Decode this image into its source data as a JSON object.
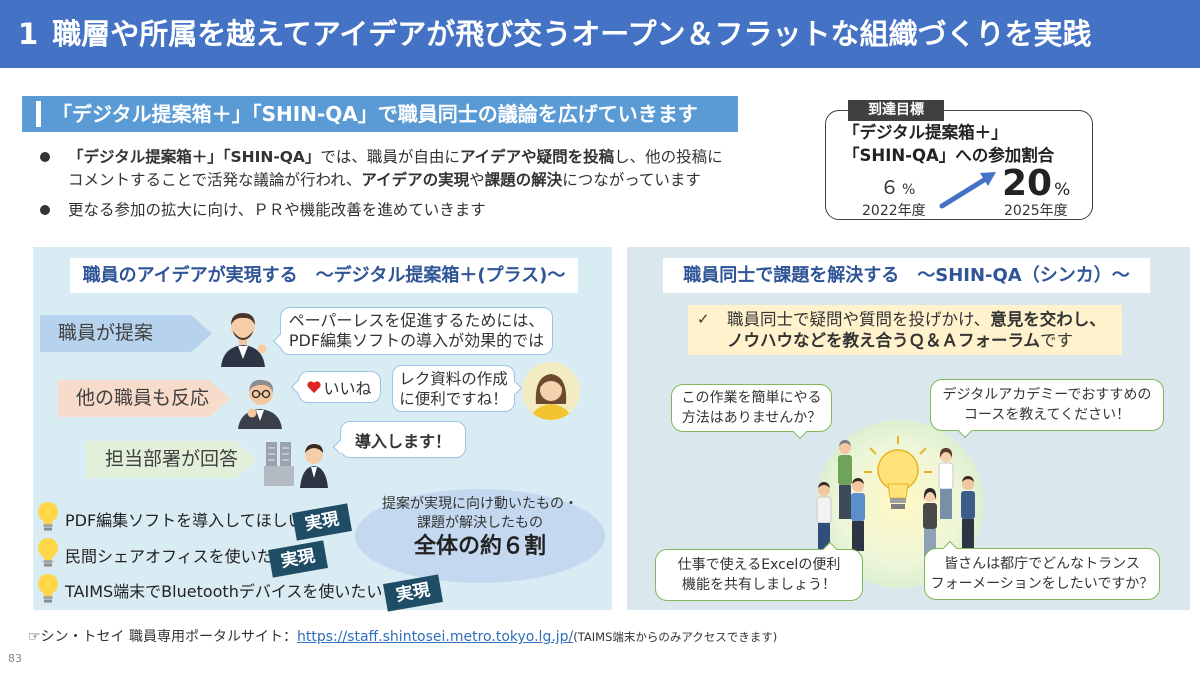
{
  "header": {
    "number": "1",
    "title": "職層や所属を越えてアイデアが飛び交うオープン＆フラットな組織づくりを実践"
  },
  "section_heading": "「デジタル提案箱＋」「SHIN-QA」で職員同士の議論を広げていきます",
  "bullets": [
    {
      "lines": [
        [
          "「デジタル提案箱＋」「SHIN-QA」",
          "では、職員が自由に",
          "アイデアや疑問を投稿",
          "し、他の投稿に"
        ],
        [
          "コメントすることで活発な議論が行われ、",
          "アイデアの実現",
          "や",
          "課題の解決",
          "につながっています"
        ]
      ]
    },
    {
      "lines": [
        [
          "更なる参加の拡大に向け、ＰＲや機能改善を進めていきます"
        ]
      ]
    }
  ],
  "target": {
    "tag": "到達目標",
    "title_lines": [
      "「デジタル提案箱＋」",
      "「SHIN-QA」への参加割合"
    ],
    "from": {
      "value": "６",
      "unit": "%",
      "year": "2022年度"
    },
    "to": {
      "value": "20",
      "unit": "%",
      "year": "2025年度"
    }
  },
  "left_panel": {
    "title": "職員のアイデアが実現する　～デジタル提案箱＋(プラス)～",
    "steps": [
      "職員が提案",
      "他の職員も反応",
      "担当部署が回答"
    ],
    "bubbles": {
      "proposal": [
        "ペーパーレスを促進するためには、",
        "PDF編集ソフトの導入が効果的では"
      ],
      "like": "いいね",
      "comment": [
        "レク資料の作成",
        "に便利ですね！"
      ],
      "reply": "導入します！"
    },
    "summary": {
      "lines": [
        "提案が実現に向け動いたもの・",
        "課題が解決したもの"
      ],
      "highlight": "全体の約６割"
    },
    "realized_items": [
      {
        "text": "PDF編集ソフトを導入してほしい",
        "stamp": "実現"
      },
      {
        "text": "民間シェアオフィスを使いたい",
        "stamp": "実現"
      },
      {
        "text": "TAIMS端末でBluetoothデバイスを使いたい",
        "stamp": "実現"
      }
    ]
  },
  "right_panel": {
    "title": "職員同士で課題を解決する　～SHIN-QA（シンカ）～",
    "description": {
      "check": "✓",
      "lines": [
        [
          "職員同士で疑問や質問を投げかけ、",
          "意見を交わし、"
        ],
        [
          "ノウハウなどを教え合うＱ＆Ａフォーラム",
          "です"
        ]
      ]
    },
    "questions": [
      [
        "この作業を簡単にやる",
        "方法はありませんか？"
      ],
      [
        "デジタルアカデミーでおすすめの",
        "コースを教えてください！"
      ],
      [
        "仕事で使えるExcelの便利",
        "機能を共有しましょう！"
      ],
      [
        "皆さんは都庁でどんなトランス",
        "フォーメーションをしたいですか？"
      ]
    ]
  },
  "footer": {
    "prefix": "☞シン・トセイ 職員専用ポータルサイト：",
    "link": "https://staff.shintosei.metro.tokyo.lg.jp/",
    "note": "(TAIMS端末からのみアクセスできます)"
  },
  "page_number": "83",
  "colors": {
    "header_blue": "#4472C4",
    "section_blue": "#5B9BD5",
    "panel_title_blue": "#2F5597",
    "left_panel_bg": "#D9ECF3",
    "right_panel_bg": "#DAE8EE",
    "step_propose": "#B7D2EC",
    "step_react": "#F8DCCB",
    "step_answer": "#E2EFD9",
    "stamp": "#1F4D66",
    "highlight_yellow": "#FFF2CC",
    "bubble_green": "#82B75B",
    "bubble_blue": "#9DC3E6",
    "link": "#2F6EBA",
    "heart": "#E02424"
  },
  "icons": [
    "bullet-dot-icon",
    "trend-arrow-icon",
    "staff-avatar-icon",
    "glasses-staff-avatar-icon",
    "woman-avatar-icon",
    "government-building-icon",
    "heart-icon",
    "lightbulb-icon",
    "idea-discussion-illustration"
  ]
}
